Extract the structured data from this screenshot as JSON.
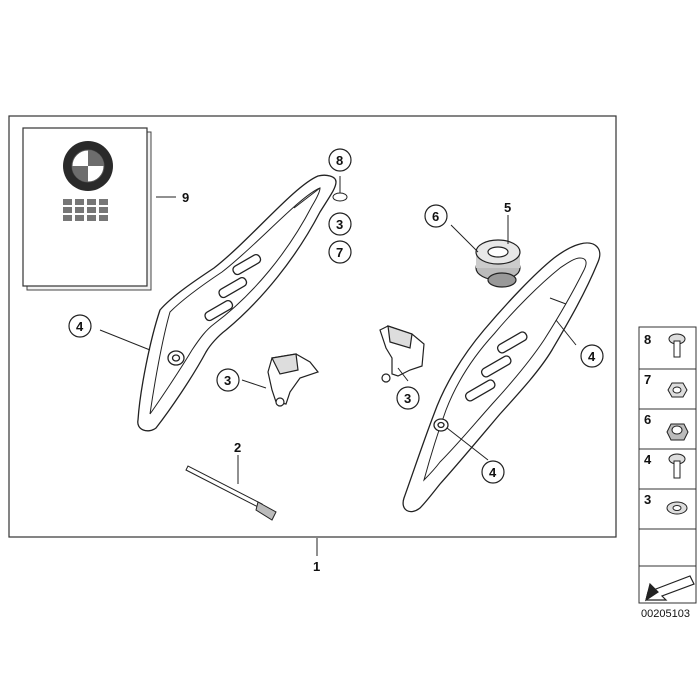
{
  "diagram": {
    "callouts": {
      "c8": "8",
      "c3a": "3",
      "c7": "7",
      "c6": "6",
      "c4_left": "4",
      "c3_left": "3",
      "c3_right": "3",
      "c4_right": "4",
      "c4_bottom": "4"
    },
    "leaders": {
      "l9": "9",
      "l5": "5",
      "l2": "2",
      "l1": "1"
    },
    "legend": [
      "8",
      "7",
      "6",
      "4",
      "3"
    ],
    "drawing_code": "00205103",
    "colors": {
      "ink": "#1a1a1a",
      "frame": "#333333",
      "part_fill": "#ffffff",
      "shade": "#9a9a9a"
    }
  }
}
